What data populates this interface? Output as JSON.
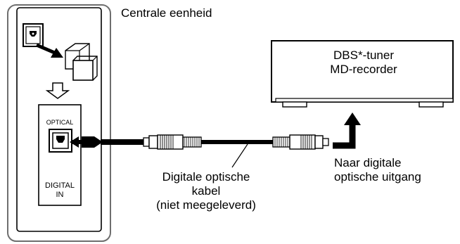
{
  "main_unit": {
    "title": "Centrale eenheid",
    "jack_label_top": "OPTICAL",
    "jack_label_bottom_line1": "DIGITAL",
    "jack_label_bottom_line2": "IN"
  },
  "external_device": {
    "line1": "DBS*-tuner",
    "line2": "MD-recorder"
  },
  "cable": {
    "line1": "Digitale optische",
    "line2": "kabel",
    "line3": "(niet meegeleverd)"
  },
  "output": {
    "line1": "Naar digitale",
    "line2": "optische uitgang"
  },
  "colors": {
    "line": "#000000",
    "panel_stroke": "#6e6e6e",
    "shading": "#d8d8d8",
    "background": "#ffffff"
  }
}
